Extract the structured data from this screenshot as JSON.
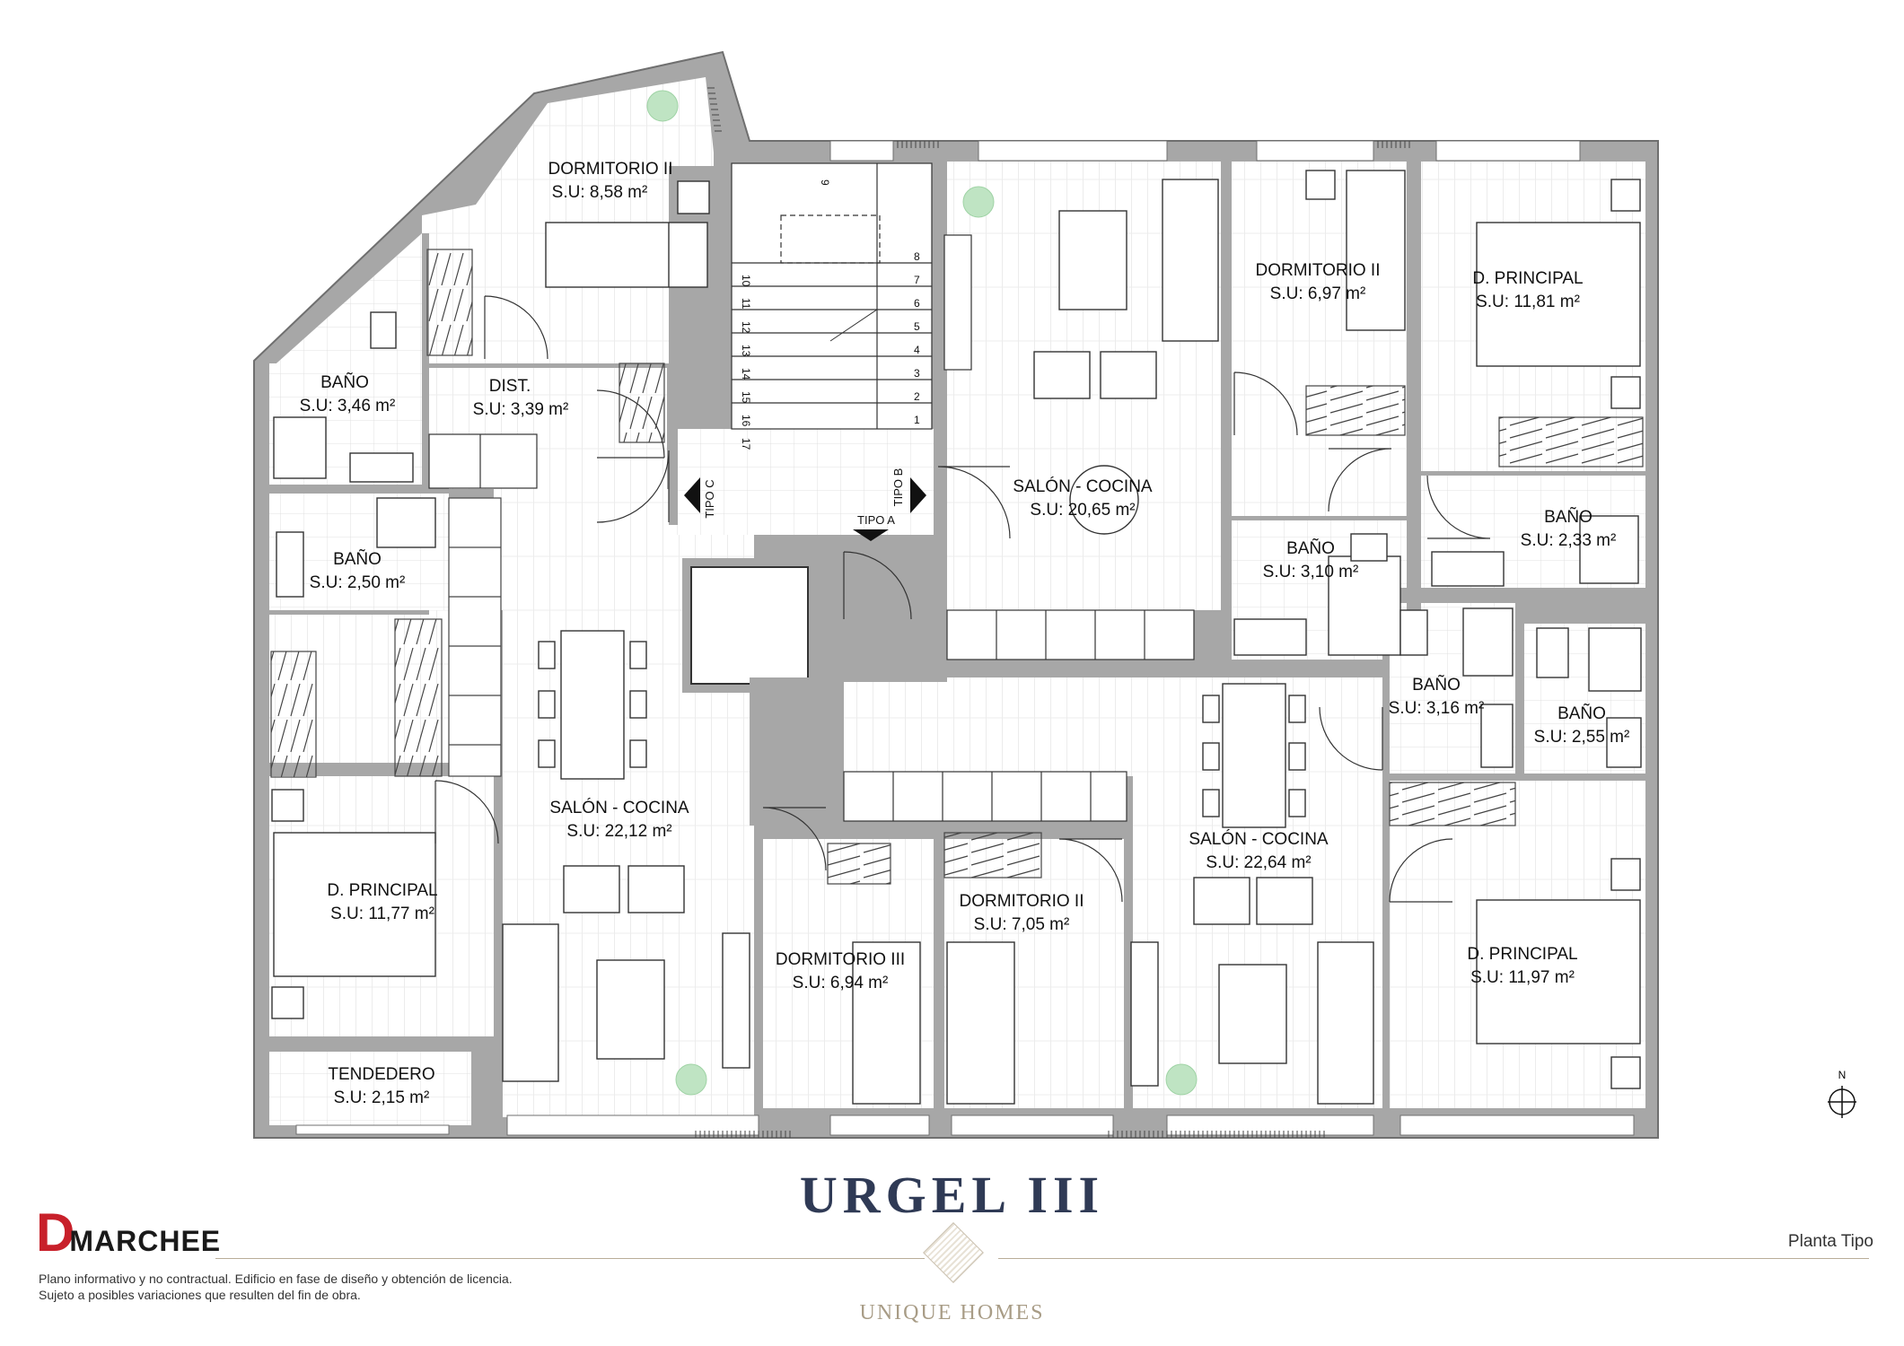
{
  "project": {
    "title": "URGEL III",
    "subtitle": "Planta Tipo",
    "brand": "UNIQUE HOMES",
    "developer_logo": {
      "initial": "D",
      "rest": "MARCHEE"
    },
    "disclaimer": [
      "Plano informativo y no contractual. Edificio en fase de diseño y obtención de licencia.",
      "Sujeto a posibles variaciones que resulten del fin de obra."
    ]
  },
  "rooms": [
    {
      "id": "dormitorio-ii-nw",
      "name": "DORMITORIO II",
      "area": "S.U: 8,58 m²"
    },
    {
      "id": "bano-nw",
      "name": "BAÑO",
      "area": "S.U: 3,46 m²"
    },
    {
      "id": "dist",
      "name": "DIST.",
      "area": "S.U: 3,39 m²"
    },
    {
      "id": "bano-w",
      "name": "BAÑO",
      "area": "S.U: 2,50 m²"
    },
    {
      "id": "salon-cocina-w",
      "name": "SALÓN - COCINA",
      "area": "S.U: 22,12 m²"
    },
    {
      "id": "d-principal-w",
      "name": "D. PRINCIPAL",
      "area": "S.U: 11,77 m²"
    },
    {
      "id": "tendedero",
      "name": "TENDEDERO",
      "area": "S.U: 2,15 m²"
    },
    {
      "id": "dormitorio-iii",
      "name": "DORMITORIO III",
      "area": "S.U: 6,94 m²"
    },
    {
      "id": "dormitorio-ii-s",
      "name": "DORMITORIO II",
      "area": "S.U: 7,05 m²"
    },
    {
      "id": "salon-cocina-n",
      "name": "SALÓN - COCINA",
      "area": "S.U: 20,65 m²"
    },
    {
      "id": "dormitorio-ii-n",
      "name": "DORMITORIO II",
      "area": "S.U: 6,97 m²"
    },
    {
      "id": "d-principal-ne",
      "name": "D. PRINCIPAL",
      "area": "S.U: 11,81 m²"
    },
    {
      "id": "bano-n",
      "name": "BAÑO",
      "area": "S.U: 3,10 m²"
    },
    {
      "id": "bano-ne",
      "name": "BAÑO",
      "area": "S.U: 2,33 m²"
    },
    {
      "id": "bano-e1",
      "name": "BAÑO",
      "area": "S.U: 3,16 m²"
    },
    {
      "id": "bano-e2",
      "name": "BAÑO",
      "area": "S.U: 2,55 m²"
    },
    {
      "id": "salon-cocina-e",
      "name": "SALÓN - COCINA",
      "area": "S.U: 22,64 m²"
    },
    {
      "id": "d-principal-se",
      "name": "D. PRINCIPAL",
      "area": "S.U: 11,97 m²"
    }
  ],
  "unit_types": {
    "a": "TIPO A",
    "b": "TIPO B",
    "c": "TIPO C"
  },
  "stair_steps": [
    "1",
    "2",
    "3",
    "4",
    "5",
    "6",
    "7",
    "8",
    "9",
    "10",
    "11",
    "12",
    "13",
    "14",
    "15",
    "16",
    "17"
  ],
  "compass": {
    "label": "N"
  },
  "colors": {
    "wall": "#a7a7a7",
    "floor_lines": "#d9d9d9",
    "plant": "#bfe4c3",
    "title": "#2f3a55",
    "accent": "#c8202a",
    "brand": "#a89c86"
  }
}
